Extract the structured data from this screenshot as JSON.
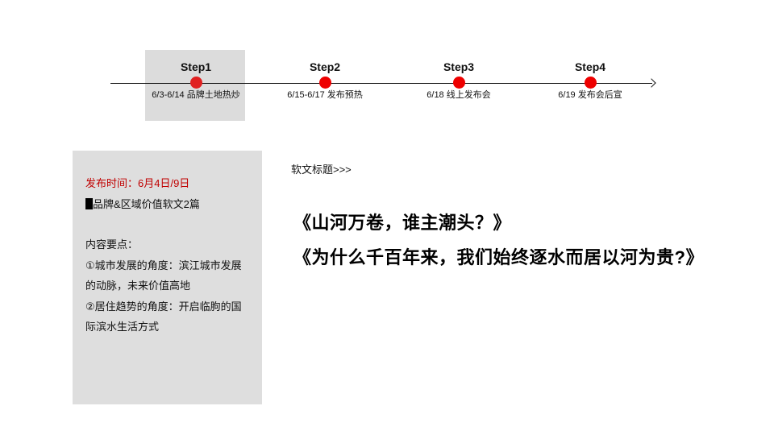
{
  "timeline": {
    "steps": [
      {
        "label": "Step1",
        "date": "6/3-6/14 品牌土地热炒",
        "highlighted": true
      },
      {
        "label": "Step2",
        "date": "6/15-6/17 发布预热",
        "highlighted": false
      },
      {
        "label": "Step3",
        "date": "6/18 线上发布会",
        "highlighted": false
      },
      {
        "label": "Step4",
        "date": "6/19 发布会后宣",
        "highlighted": false
      }
    ],
    "dot_color": "#ee0000"
  },
  "panel": {
    "publish_time": "发布时间：6月4日/9日",
    "article_type": "品牌&区域价值软文2篇",
    "points_heading": "内容要点：",
    "lines": [
      "①城市发展的角度：滨江城市发展",
      "的动脉，未来价值高地",
      "②居住趋势的角度：开启临朐的国",
      "际滨水生活方式"
    ]
  },
  "article": {
    "label": "软文标题>>>",
    "titles": [
      "《山河万卷，谁主潮头？》",
      "《为什么千百年来，我们始终逐水而居以河为贵?》"
    ]
  },
  "colors": {
    "accent_red": "#c00000",
    "panel_bg": "#dedede"
  }
}
